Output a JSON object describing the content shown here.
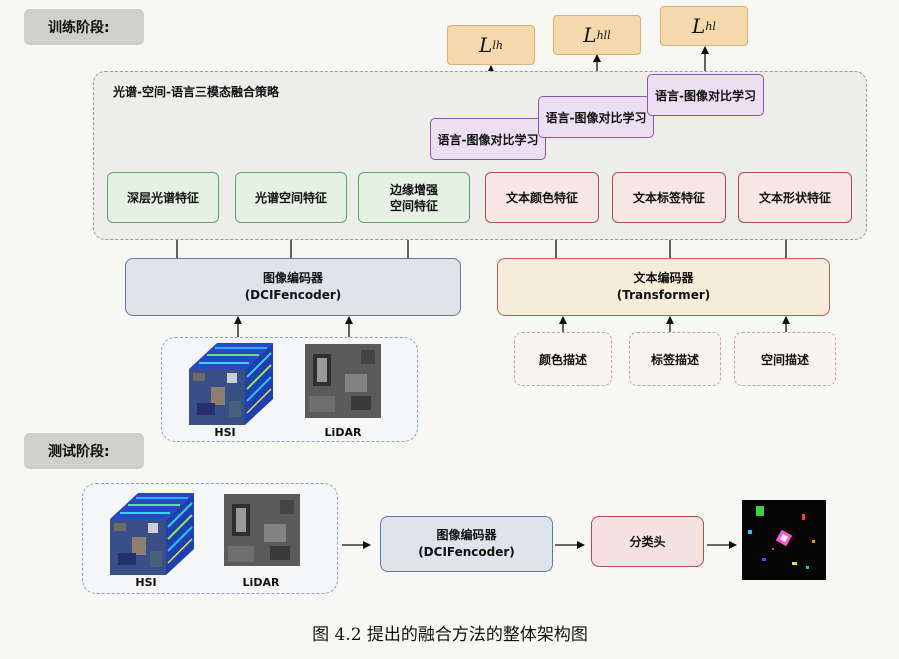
{
  "stages": {
    "train": "训练阶段:",
    "test": "测试阶段:"
  },
  "losses": [
    {
      "main": "L",
      "sub": "lh"
    },
    {
      "main": "L",
      "sub": "hll"
    },
    {
      "main": "L",
      "sub": "hl"
    }
  ],
  "fusion": {
    "title": "光谱-空间-语言三模态融合策略",
    "contrast": [
      "语言-图像对比学习",
      "语言-图像对比学习",
      "语言-图像对比学习"
    ],
    "image_features": [
      "深层光谱特征",
      "光谱空间特征",
      "边缘增强",
      "空间特征"
    ],
    "text_features": [
      "文本颜色特征",
      "文本标签特征",
      "文本形状特征"
    ]
  },
  "encoders": {
    "image": {
      "name": "图像编码器",
      "model": "(DCIFencoder)"
    },
    "text": {
      "name": "文本编码器",
      "model": "(Transformer)"
    }
  },
  "descriptions": [
    "颜色描述",
    "标签描述",
    "空间描述"
  ],
  "inputs": {
    "hsi": "HSI",
    "lidar": "LiDAR"
  },
  "test": {
    "encoder_name": "图像编码器",
    "encoder_model": "(DCIFencoder)",
    "classifier": "分类头",
    "hsi": "HSI",
    "lidar": "LiDAR"
  },
  "caption": "图 4.2 提出的融合方法的整体架构图",
  "colors": {
    "image_feature_border": "#5fa56a",
    "text_feature_border": "#b0504d",
    "contrast_border": "#8b55ab",
    "loss_fill": "#f6d8ad"
  }
}
